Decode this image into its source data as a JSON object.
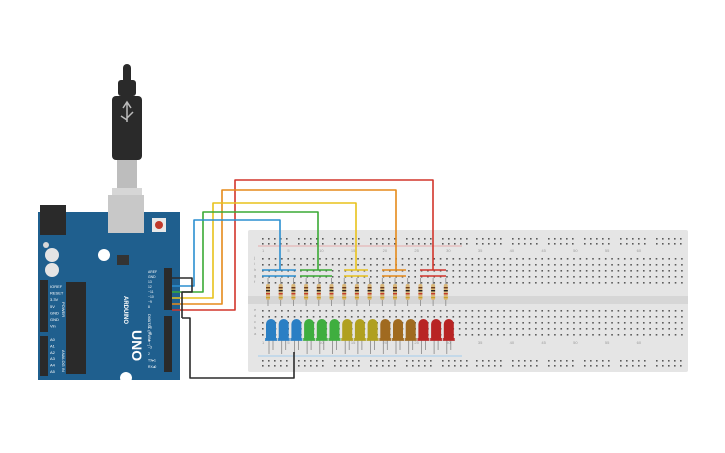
{
  "board": {
    "brand": "ARDUINO",
    "model": "UNO",
    "power_header_labels": [
      "IOREF",
      "RESET",
      "3.3V",
      "5V",
      "GND",
      "GND",
      "Vin"
    ],
    "power_title": "POWER",
    "analog_labels": [
      "A0",
      "A1",
      "A2",
      "A3",
      "A4",
      "A5"
    ],
    "analog_title": "ANALOG IN",
    "top_header_labels": [
      "AREF",
      "GND",
      "13",
      "12",
      "~11",
      "~10",
      "~9",
      "8"
    ],
    "bottom_header_labels": [
      "7",
      "~6",
      "~5",
      "4",
      "~3",
      "2",
      "TX▸1",
      "RX◂0"
    ],
    "digital_title": "DIGITAL (PWM ~)",
    "colors": {
      "board": "#1f5f8e",
      "header": "#222222",
      "usb": "#2a2a2a"
    }
  },
  "breadboard": {
    "column_labels": [
      "1",
      "5",
      "10",
      "15",
      "20",
      "25",
      "30",
      "35",
      "40",
      "45",
      "50",
      "55",
      "60"
    ],
    "row_labels_top": [
      "j",
      "i",
      "h",
      "g",
      "f"
    ],
    "row_labels_bottom": [
      "e",
      "d",
      "c",
      "b",
      "a"
    ],
    "color": "#e5e5e5"
  },
  "leds": [
    {
      "color": "#2a7fc4"
    },
    {
      "color": "#2a7fc4"
    },
    {
      "color": "#2a7fc4"
    },
    {
      "color": "#3fae3f"
    },
    {
      "color": "#3fae3f"
    },
    {
      "color": "#3fae3f"
    },
    {
      "color": "#b0a020"
    },
    {
      "color": "#b0a020"
    },
    {
      "color": "#b0a020"
    },
    {
      "color": "#a06a20"
    },
    {
      "color": "#a06a20"
    },
    {
      "color": "#a06a20"
    },
    {
      "color": "#b82424"
    },
    {
      "color": "#b82424"
    },
    {
      "color": "#b82424"
    }
  ],
  "wires": [
    {
      "name": "wire-blue",
      "color": "#2b8fd0"
    },
    {
      "name": "wire-green",
      "color": "#3aaa35"
    },
    {
      "name": "wire-yellow",
      "color": "#e8c21c"
    },
    {
      "name": "wire-orange",
      "color": "#e58a1a"
    },
    {
      "name": "wire-red",
      "color": "#d2352b"
    },
    {
      "name": "wire-black",
      "color": "#2b2b2b"
    }
  ]
}
